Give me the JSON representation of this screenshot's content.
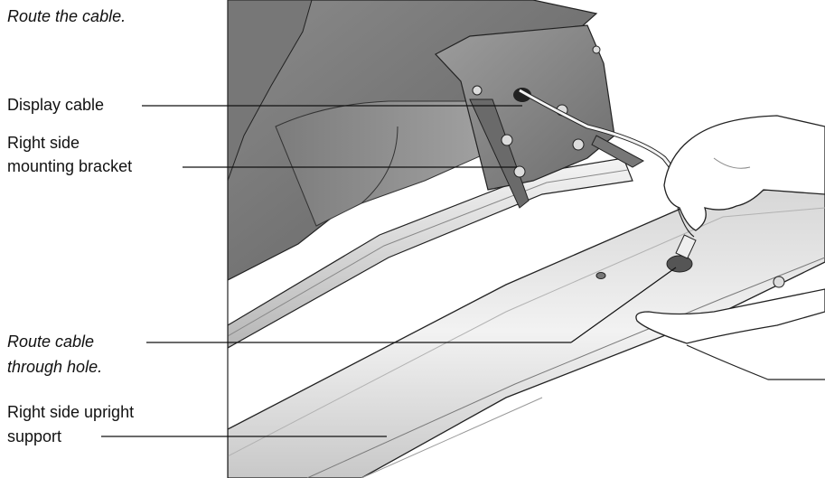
{
  "caption": "Route the cable.",
  "labels": {
    "display_cable": "Display cable",
    "bracket_line1": "Right side",
    "bracket_line2": "mounting bracket",
    "route_line1": "Route cable",
    "route_line2": "through hole.",
    "upright_line1": "Right side upright",
    "upright_line2": "support"
  },
  "colors": {
    "ink": "#111111",
    "shell_dark": "#6e6e6e",
    "shell_mid": "#9a9a9a",
    "rail_light": "#e6e6e6",
    "bracket": "#8c8c8c",
    "hand_fill": "#ffffff"
  }
}
